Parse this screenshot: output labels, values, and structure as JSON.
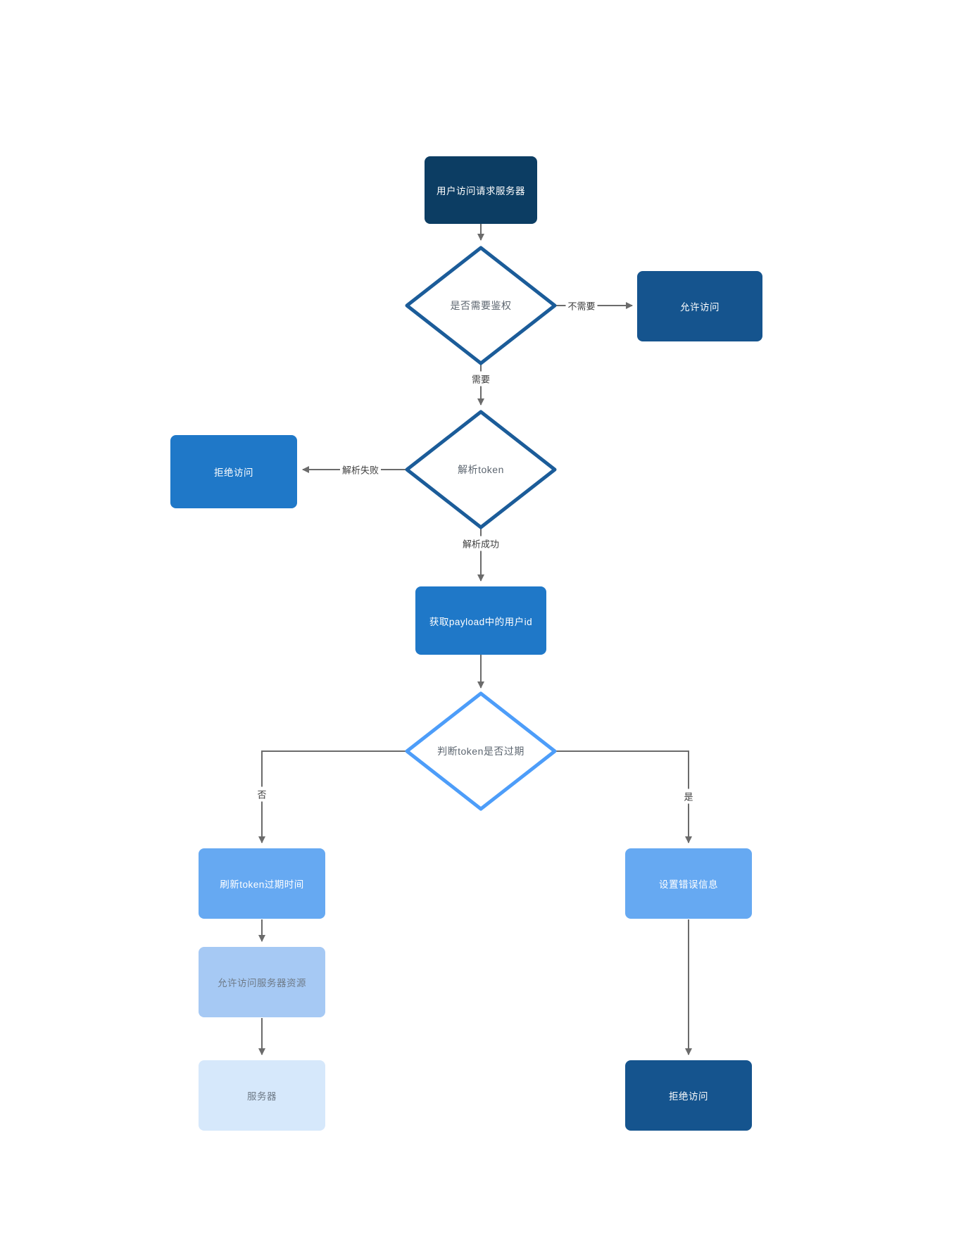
{
  "diagram": {
    "nodes": {
      "start": {
        "label": "用户访问请求服务器"
      },
      "need_auth": {
        "label": "是否需要鉴权"
      },
      "allow_access": {
        "label": "允许访问"
      },
      "parse_token": {
        "label": "解析token"
      },
      "deny_access_left": {
        "label": "拒绝访问"
      },
      "get_payload": {
        "label": "获取payload中的用户id"
      },
      "token_expired": {
        "label": "判断token是否过期"
      },
      "refresh_token": {
        "label": "刷新token过期时间"
      },
      "allow_resource": {
        "label": "允许访问服务器资源"
      },
      "server": {
        "label": "服务器"
      },
      "set_error": {
        "label": "设置错误信息"
      },
      "deny_access_bottom": {
        "label": "拒绝访问"
      }
    },
    "edge_labels": {
      "no_need": "不需要",
      "need": "需要",
      "parse_fail": "解析失败",
      "parse_success": "解析成功",
      "not_expired": "否",
      "expired": "是"
    },
    "colors": {
      "start_fill": "#0c3d63",
      "navy_fill": "#15548e",
      "bright_blue_fill": "#1f78c8",
      "light_blue_fill": "#66a9f2",
      "lighter_blue_fill": "#a6c9f4",
      "lightest_blue_fill": "#d6e8fb",
      "diamond_border_dark": "#1b5c99",
      "diamond_border_light": "#4d9df9",
      "diamond_text": "#5d6670",
      "muted_text": "#6e7a87",
      "edge": "#6b6b6b",
      "edge_label_text": "#3d3d3d"
    }
  }
}
